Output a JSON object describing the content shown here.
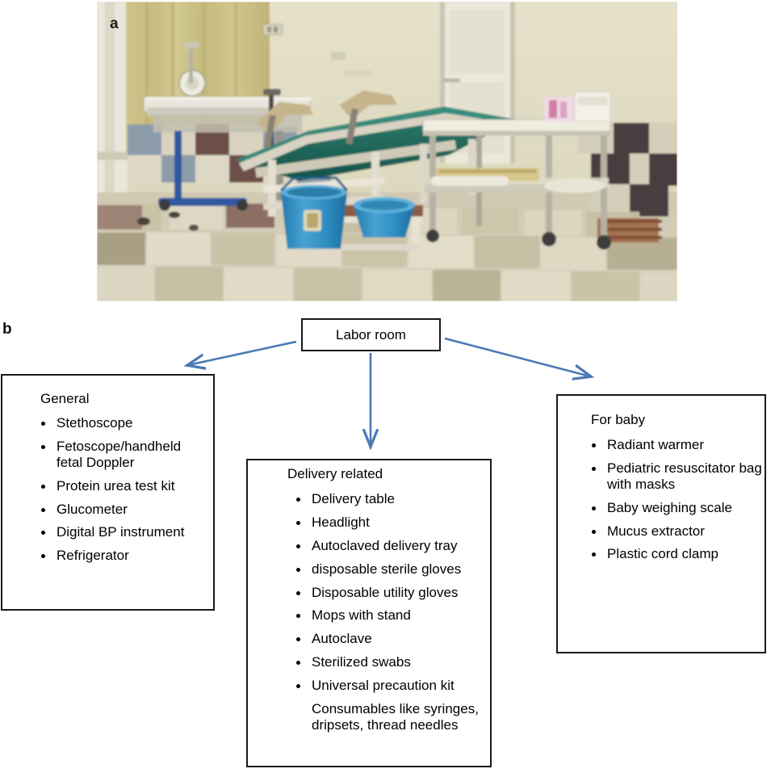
{
  "figure": {
    "panel_a_label": "a",
    "panel_b_label": "b",
    "photo_caption_alt": "Photograph of a labor room with delivery table, instrument trolley, buckets and tiled floor"
  },
  "flowchart": {
    "root": {
      "label": "Labor room"
    },
    "arrow_color": "#4a7ab5",
    "box_border_color": "#1a1a1a",
    "branches": [
      {
        "id": "general",
        "heading": "General",
        "items": [
          {
            "text": "Stethoscope",
            "bullet": true
          },
          {
            "text": "Fetoscope/handheld fetal Doppler",
            "bullet": true
          },
          {
            "text": "Protein urea test kit",
            "bullet": true
          },
          {
            "text": "Glucometer",
            "bullet": true
          },
          {
            "text": "Digital BP instrument",
            "bullet": true
          },
          {
            "text": "Refrigerator",
            "bullet": true
          }
        ]
      },
      {
        "id": "delivery",
        "heading": "Delivery related",
        "items": [
          {
            "text": "Delivery table",
            "bullet": true
          },
          {
            "text": "Headlight",
            "bullet": true
          },
          {
            "text": "Autoclaved delivery tray",
            "bullet": true
          },
          {
            "text": "disposable sterile gloves",
            "bullet": true
          },
          {
            "text": "Disposable utility gloves",
            "bullet": true
          },
          {
            "text": "Mops with stand",
            "bullet": true
          },
          {
            "text": "Autoclave",
            "bullet": true
          },
          {
            "text": "Sterilized swabs",
            "bullet": true
          },
          {
            "text": "Universal precaution kit",
            "bullet": true
          },
          {
            "text": "Consumables like syringes, dripsets, thread needles",
            "bullet": false
          }
        ]
      },
      {
        "id": "baby",
        "heading": "For baby",
        "items": [
          {
            "text": "Radiant warmer",
            "bullet": true
          },
          {
            "text": "Pediatric resuscitator bag with masks",
            "bullet": true
          },
          {
            "text": "Baby weighing scale",
            "bullet": true
          },
          {
            "text": "Mucus extractor",
            "bullet": true
          },
          {
            "text": "Plastic cord clamp",
            "bullet": true
          }
        ]
      }
    ]
  },
  "photo": {
    "colors": {
      "wall_upper": "#ded9bf",
      "curtain": "#c8bf85",
      "door": "#e8e6d6",
      "bed_sheet": "#1e6b5e",
      "bucket_blue": "#2f8fc4",
      "basin_blue": "#3a95c6",
      "tile_light": "#d8d2bb",
      "tile_dark": "#6d5b55",
      "tile_slate": "#8b9aa8",
      "metal": "#b9b7ab",
      "wood": "#8a6a47"
    }
  }
}
